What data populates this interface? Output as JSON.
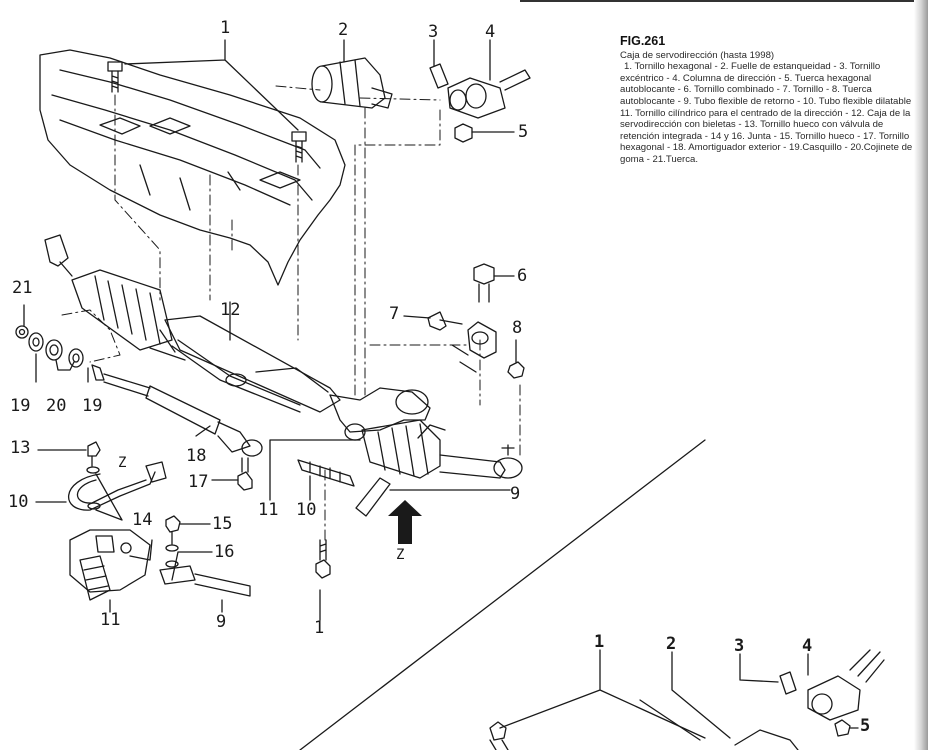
{
  "caption": {
    "fig": "FIG.261",
    "subtitle": "Caja de servodirección (hasta 1998)",
    "legend": "1. Tornillo hexagonal - 2. Fuelle de estanqueidad - 3. Tornillo excéntrico - 4. Columna de dirección - 5. Tuerca hexagonal autoblocante - 6. Tornillo combinado - 7. Tornillo - 8. Tuerca autoblocante - 9. Tubo flexible de retorno - 10. Tubo flexible dilatable - 11. Tornillo cilíndrico para el centrado de la dirección - 12. Caja de la servodirección con bieletas - 13. Tornillo hueco con válvula de retención integrada - 14 y 16. Junta - 15. Tornillo hueco - 17. Tornillo hexagonal - 18. Amortiguador exterior - 19.Casquillo - 20.Cojinete de goma - 21.Tuerca."
  },
  "callouts": {
    "c1_top": "1",
    "c2_top": "2",
    "c3_top": "3",
    "c4_top": "4",
    "c5_top": "5",
    "c6": "6",
    "c7": "7",
    "c8": "8",
    "c12": "12",
    "c21": "21",
    "c19a": "19",
    "c20": "20",
    "c19b": "19",
    "c13": "13",
    "z_left": "Z",
    "c18": "18",
    "c10_left": "10",
    "c14": "14",
    "c17": "17",
    "c11_mid": "11",
    "c10_mid": "10",
    "c9_mid": "9",
    "c15": "15",
    "c16": "16",
    "z_arrow": "Z",
    "c11_bottom": "11",
    "c9_bottom": "9",
    "c1_bottom": "1",
    "c1_br": "1",
    "c2_br": "2",
    "c3_br": "3",
    "c4_br": "4",
    "c5_br": "5"
  }
}
